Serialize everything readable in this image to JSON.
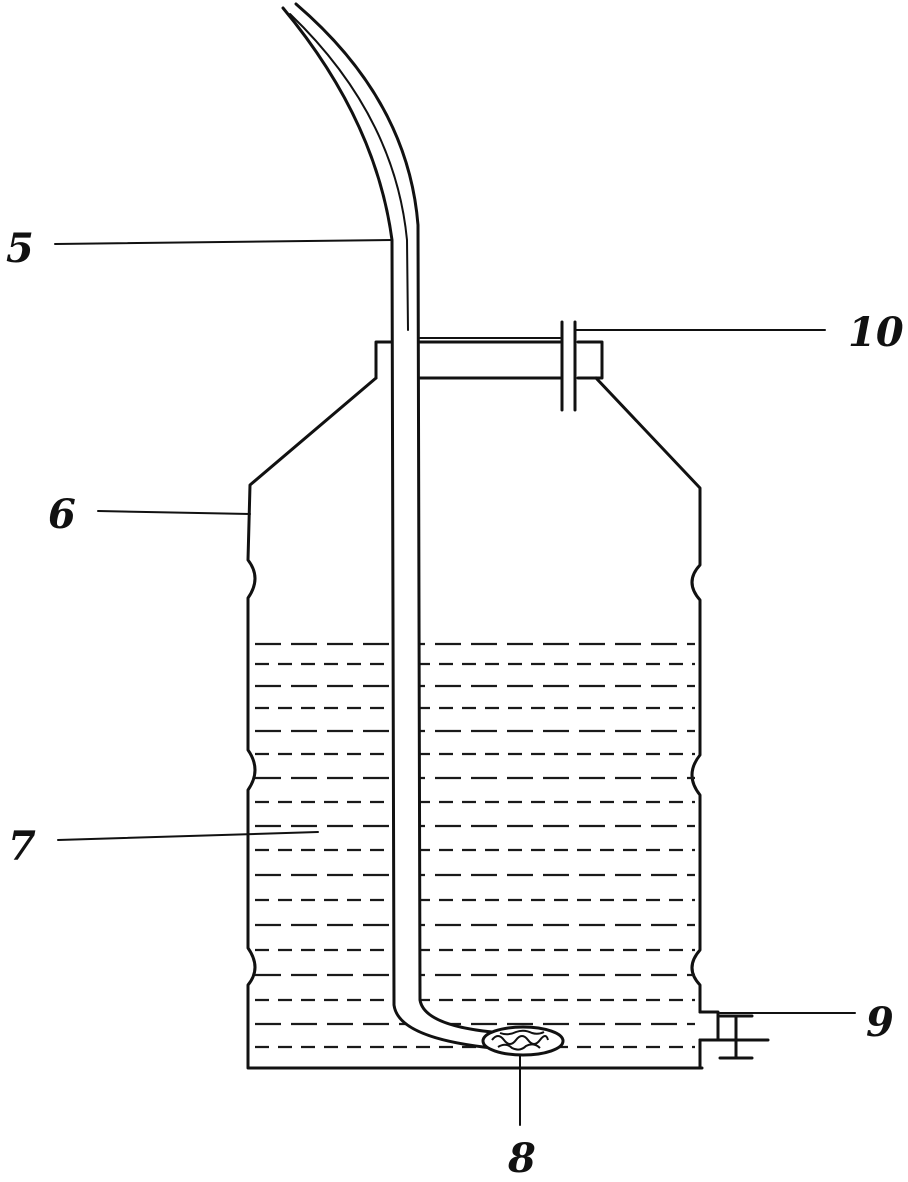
{
  "labels": {
    "tube": "5",
    "bottle": "6",
    "liquid": "7",
    "stone": "8",
    "tap": "9",
    "valve": "10"
  },
  "colors": {
    "ink": "#111111",
    "background": "#ffffff"
  }
}
